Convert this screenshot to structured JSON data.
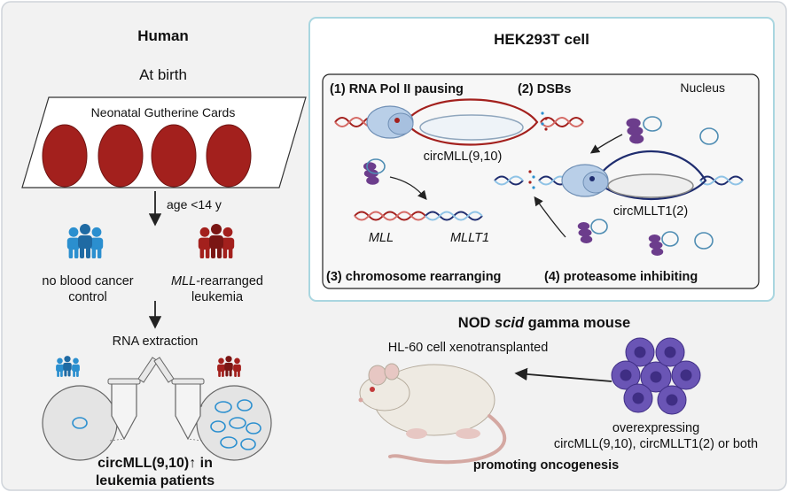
{
  "colors": {
    "frame_bg": "#f2f2f2",
    "cell_border": "#a9d6e0",
    "blood_red": "#a3201d",
    "dark_red": "#8c1d1b",
    "human_blue": "#2b8fcf",
    "dark_navy": "#1f2d6f",
    "light_blue": "#8fc3e6",
    "protein_purple": "#6c3d8c",
    "pol_blue": "#b9cfe8",
    "nucleus_bg": "#f7f7f7",
    "cell_purple": "#5b45a5"
  },
  "human": {
    "title": "Human",
    "at_birth": "At birth",
    "cards_label": "Neonatal Gutherine Cards",
    "age_label": "age <14 y",
    "control_label_1": "no blood cancer",
    "control_label_2": "control",
    "leukemia_label_italic": "MLL",
    "leukemia_label_rest": "-rearranged",
    "leukemia_label_2": "leukemia",
    "rna_extraction": "RNA extraction",
    "result_line_1": "circMLL(9,10)↑ in",
    "result_line_2": "leukemia patients"
  },
  "hek": {
    "title": "HEK293T cell",
    "nucleus": "Nucleus",
    "step1": "(1) RNA Pol II pausing",
    "step2": "(2) DSBs",
    "step3": "(3) chromosome rearranging",
    "step4": "(4) proteasome inhibiting",
    "circ1": "circMLL(9,10)",
    "circ2": "circMLLT1(2)",
    "gene1": "MLL",
    "gene2": "MLLT1"
  },
  "mouse": {
    "title_pre": "NOD ",
    "title_italic": "scid",
    "title_post": " gamma mouse",
    "xenograft": "HL-60 cell xenotransplanted",
    "over_1": "overexpressing",
    "over_2": "circMLL(9,10), circMLLT1(2) or both",
    "result": "promoting oncogenesis"
  },
  "icons": [
    "human-group-icon",
    "test-tube-icon",
    "magnifier-circle-icon",
    "rna-polymerase-icon",
    "dna-helix-icon",
    "proteasome-icon",
    "mouse-icon",
    "cell-cluster-icon"
  ]
}
